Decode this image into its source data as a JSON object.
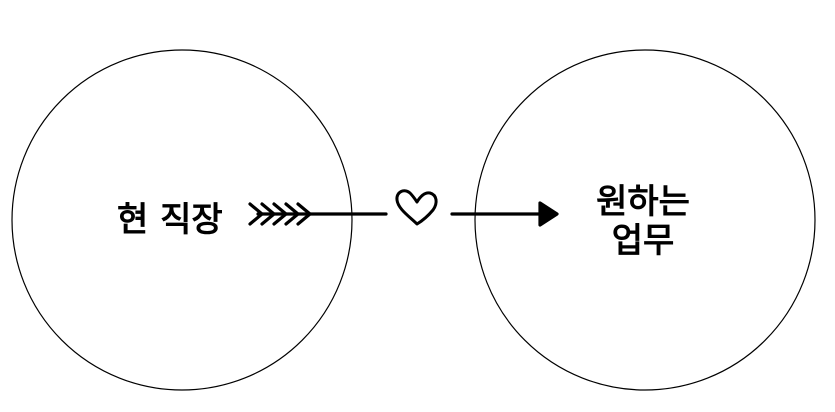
{
  "diagram": {
    "left_node": {
      "label": "현 직장"
    },
    "right_node": {
      "label_line1": "원하는",
      "label_line2": "업무"
    },
    "connector_symbol": "heart-icon",
    "colors": {
      "stroke": "#000000",
      "background": "#ffffff"
    }
  }
}
